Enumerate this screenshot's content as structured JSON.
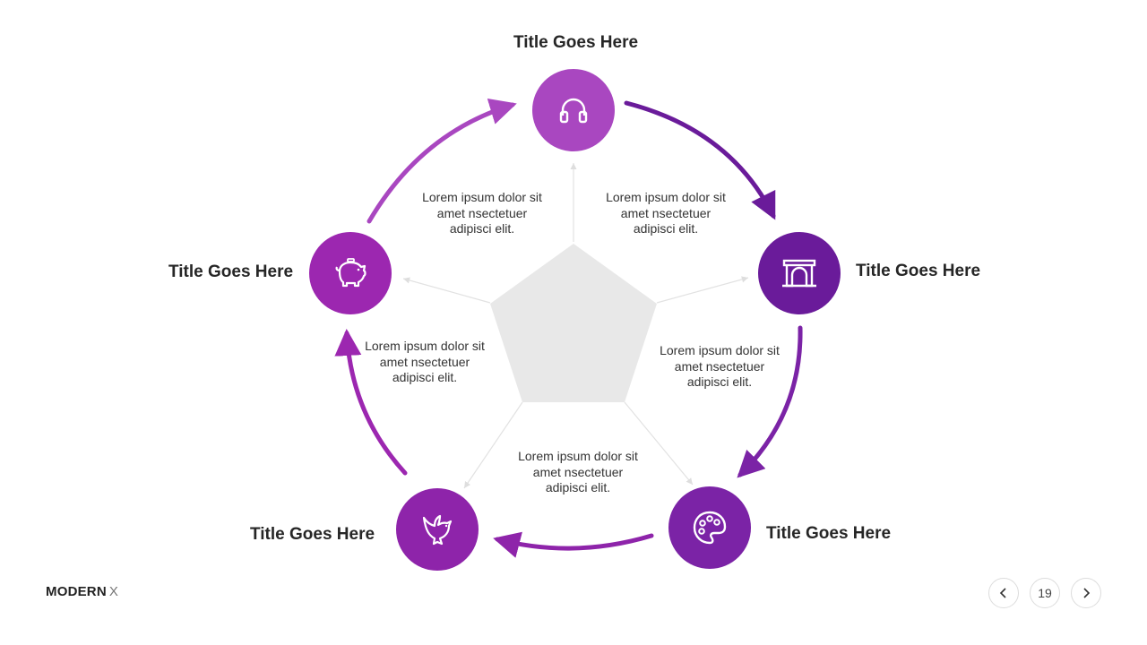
{
  "colors": {
    "node_top": "#a947c0",
    "node_right": "#6a1b9a",
    "node_bottom_right": "#7b23a6",
    "node_bottom_left": "#8e24aa",
    "node_left": "#9c27b0",
    "pentagon": "#e8e8e8",
    "spoke": "#e2e2e2"
  },
  "nodes": [
    {
      "title": "Title Goes Here",
      "icon": "headphones-icon"
    },
    {
      "title": "Title Goes Here",
      "icon": "arch-gate-icon"
    },
    {
      "title": "Title Goes Here",
      "icon": "palette-icon"
    },
    {
      "title": "Title Goes Here",
      "icon": "dove-icon"
    },
    {
      "title": "Title Goes Here",
      "icon": "piggy-bank-icon"
    }
  ],
  "descriptions": [
    {
      "line1": "Lorem ipsum dolor sit",
      "line2": "amet nsectetuer",
      "line3": "adipisci elit."
    },
    {
      "line1": "Lorem ipsum dolor sit",
      "line2": "amet nsectetuer",
      "line3": "adipisci elit."
    },
    {
      "line1": "Lorem ipsum dolor sit",
      "line2": "amet nsectetuer",
      "line3": "adipisci elit."
    },
    {
      "line1": "Lorem ipsum dolor sit",
      "line2": "amet nsectetuer",
      "line3": "adipisci elit."
    },
    {
      "line1": "Lorem ipsum dolor sit",
      "line2": "amet nsectetuer",
      "line3": "adipisci elit."
    }
  ],
  "footer": {
    "brand_bold": "MODERN",
    "brand_x": "X",
    "page_number": "19",
    "prev_icon": "chevron-left-icon",
    "next_icon": "chevron-right-icon"
  }
}
